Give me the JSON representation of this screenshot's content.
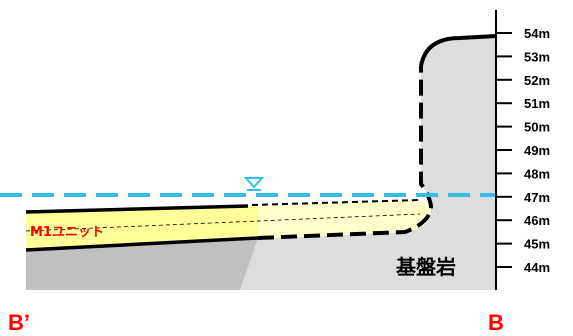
{
  "section": {
    "left_end_label": "B’",
    "right_end_label": "B"
  },
  "scale": {
    "ticks": [
      "54m",
      "53m",
      "52m",
      "51m",
      "50m",
      "49m",
      "48m",
      "47m",
      "46m",
      "45m",
      "44m"
    ]
  },
  "units": {
    "m1_label": "M1ユニット",
    "bedrock_label": "基盤岩"
  },
  "water_table": {
    "symbol": "water-level-triangle-icon",
    "level": "47m"
  },
  "colors": {
    "water_line": "#33bbee",
    "m1_unit_fill": "#ffff99",
    "m1_unit_fill_light": "#ffffcc",
    "bedrock_fill": "#dddddd",
    "bedrock_fill_dark": "#c0c0c0",
    "label_red": "#ff0000"
  }
}
